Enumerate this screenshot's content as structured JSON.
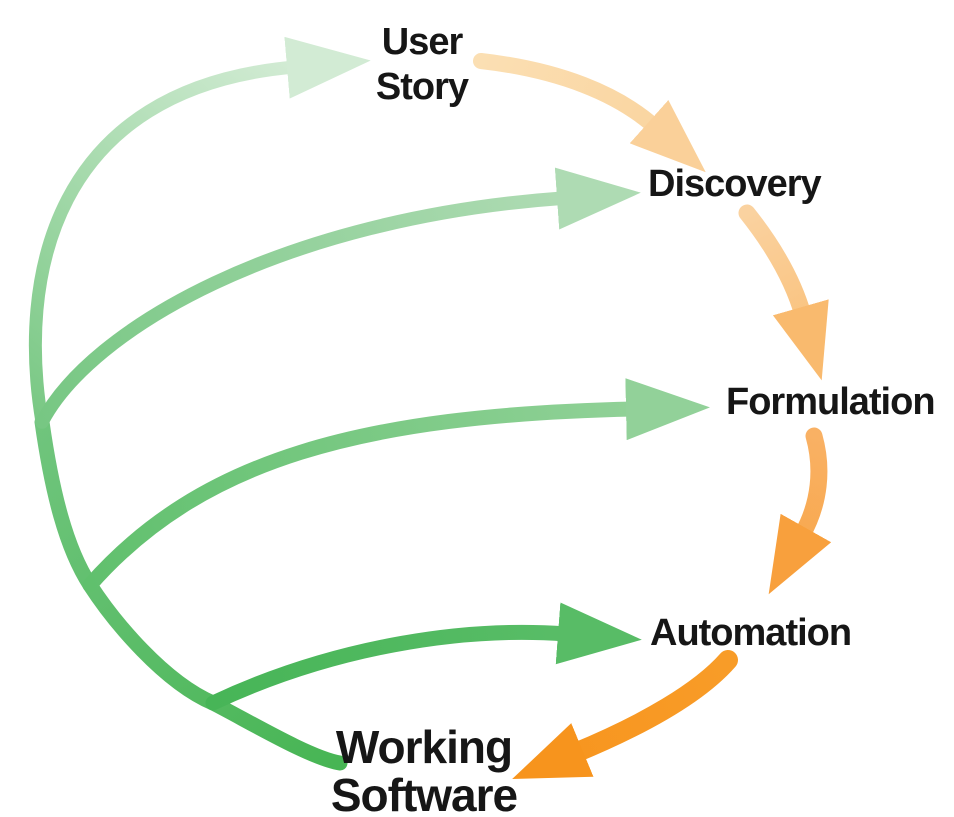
{
  "diagram": {
    "type": "cycle-spiral",
    "background": "#ffffff",
    "text_color": "#161616",
    "nodes": [
      {
        "id": "user-story",
        "label": "User Story",
        "lines": [
          "User",
          "Story"
        ]
      },
      {
        "id": "discovery",
        "label": "Discovery",
        "lines": [
          "Discovery"
        ]
      },
      {
        "id": "formulation",
        "label": "Formulation",
        "lines": [
          "Formulation"
        ]
      },
      {
        "id": "automation",
        "label": "Automation",
        "lines": [
          "Automation"
        ]
      },
      {
        "id": "working-software",
        "label": "Working Software",
        "lines": [
          "Working",
          "Software"
        ]
      }
    ],
    "arrows": {
      "green": [
        {
          "name": "iteration-to-user-story",
          "from": "working-software",
          "to": "user-story",
          "start": "#79c884",
          "end": "#d9eeda",
          "head": "#d2ebd4"
        },
        {
          "name": "iteration-to-discovery",
          "from": "working-software",
          "to": "discovery",
          "start": "#77c783",
          "end": "#b4ddb8",
          "head": "#aedbb3"
        },
        {
          "name": "iteration-to-formulation",
          "from": "working-software",
          "to": "formulation",
          "start": "#60c06d",
          "end": "#96d39c",
          "head": "#92d199"
        },
        {
          "name": "iteration-to-automation",
          "from": "working-software",
          "to": "automation",
          "start": "#47b557",
          "end": "#5cbe6a",
          "head": "#58bc66"
        },
        {
          "name": "spiral-stem",
          "from": "spiral",
          "to": "working-software",
          "start": "#70c57d",
          "end": "#47b554",
          "head": null
        }
      ],
      "orange": [
        {
          "name": "user-story-to-discovery",
          "from": "user-story",
          "to": "discovery",
          "start": "#fbdfb3",
          "end": "#fad29b",
          "head": "#fad099"
        },
        {
          "name": "discovery-to-formulation",
          "from": "discovery",
          "to": "formulation",
          "start": "#fad2a0",
          "end": "#f9bd72",
          "head": "#f9ba6e"
        },
        {
          "name": "formulation-to-automation",
          "from": "formulation",
          "to": "automation",
          "start": "#f9b164",
          "end": "#f8a444",
          "head": "#f8a03d"
        },
        {
          "name": "automation-to-working-software",
          "from": "automation",
          "to": "working-software",
          "start": "#f89c28",
          "end": "#f7941d",
          "head": "#f7941d"
        }
      ]
    }
  }
}
